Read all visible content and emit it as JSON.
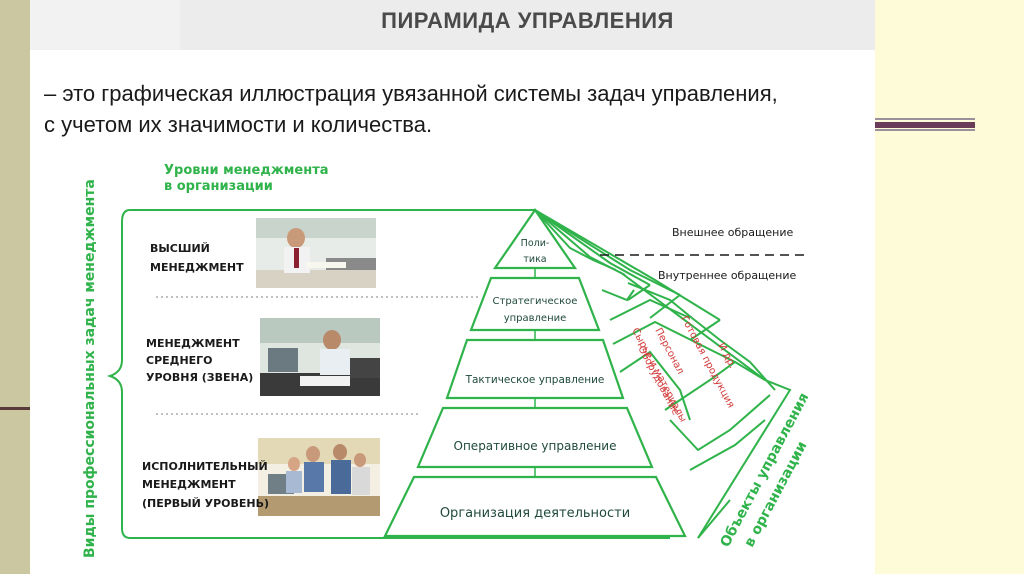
{
  "slide": {
    "title": "ПИРАМИДА УПРАВЛЕНИЯ",
    "definition_line1": "– это графическая иллюстрация увязанной системы задач управления,",
    "definition_line2": "с учетом их значимости и количества."
  },
  "diagram": {
    "levels_header_line1": "Уровни менеджмента",
    "levels_header_line2": "в организации",
    "vertical_left_label": "Виды профессиональных задач менеджмента",
    "vertical_right_line1": "Объекты управления",
    "vertical_right_line2": "в организации",
    "levels": [
      {
        "line1": "ВЫСШИЙ",
        "line2": "МЕНЕДЖМЕНТ",
        "line3": ""
      },
      {
        "line1": "МЕНЕДЖМЕНТ",
        "line2": "СРЕДНЕГО",
        "line3": "УРОВНЯ (ЗВЕНА)"
      },
      {
        "line1": "ИСПОЛНИТЕЛЬНЫЙ",
        "line2": "МЕНЕДЖМЕНТ",
        "line3": "(ПЕРВЫЙ УРОВЕНЬ)"
      }
    ],
    "pyramid": {
      "tier1_line1": "Поли-",
      "tier1_line2": "тика",
      "tier2_line1": "Стратегическое",
      "tier2_line2": "управление",
      "tier3": "Тактическое управление",
      "tier4": "Оперативное управление",
      "tier5": "Организация деятельности"
    },
    "external_circulation": "Внешнее обращение",
    "internal_circulation": "Внутреннее обращение",
    "objects": [
      "Оборудование",
      "Сырье и материалы",
      "Персонал",
      "Готовая продукция",
      "И др."
    ],
    "colors": {
      "green": "#2fb34a",
      "dark_green": "#2a7d3a",
      "text_dark": "#1f3d2a",
      "object_red": "#d23a3a"
    }
  }
}
